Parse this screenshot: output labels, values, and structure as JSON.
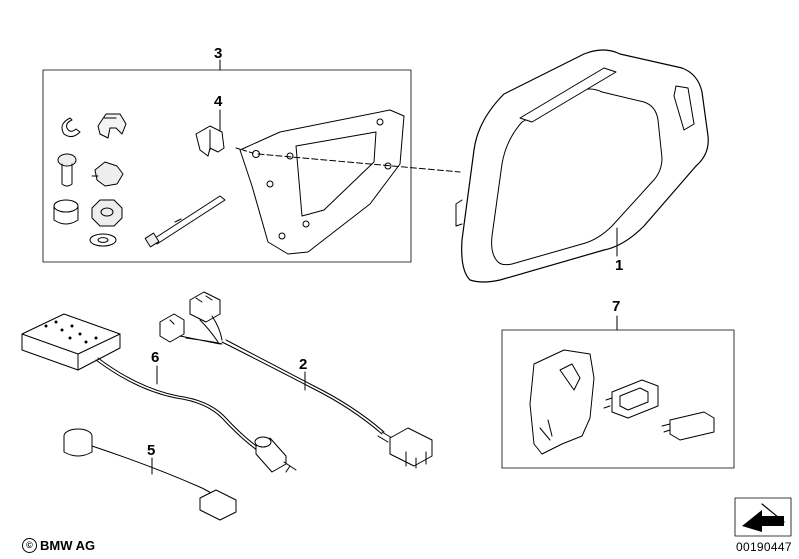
{
  "callouts": {
    "part_1": "1",
    "part_2": "2",
    "part_3": "3",
    "part_4": "4",
    "part_5": "5",
    "part_6": "6",
    "part_7": "7"
  },
  "footer": {
    "copyright_symbol": "©",
    "brand": "BMW AG",
    "diagram_number": "00190447"
  },
  "icons": {
    "corner_arrow": "navigation-arrow-icon"
  }
}
